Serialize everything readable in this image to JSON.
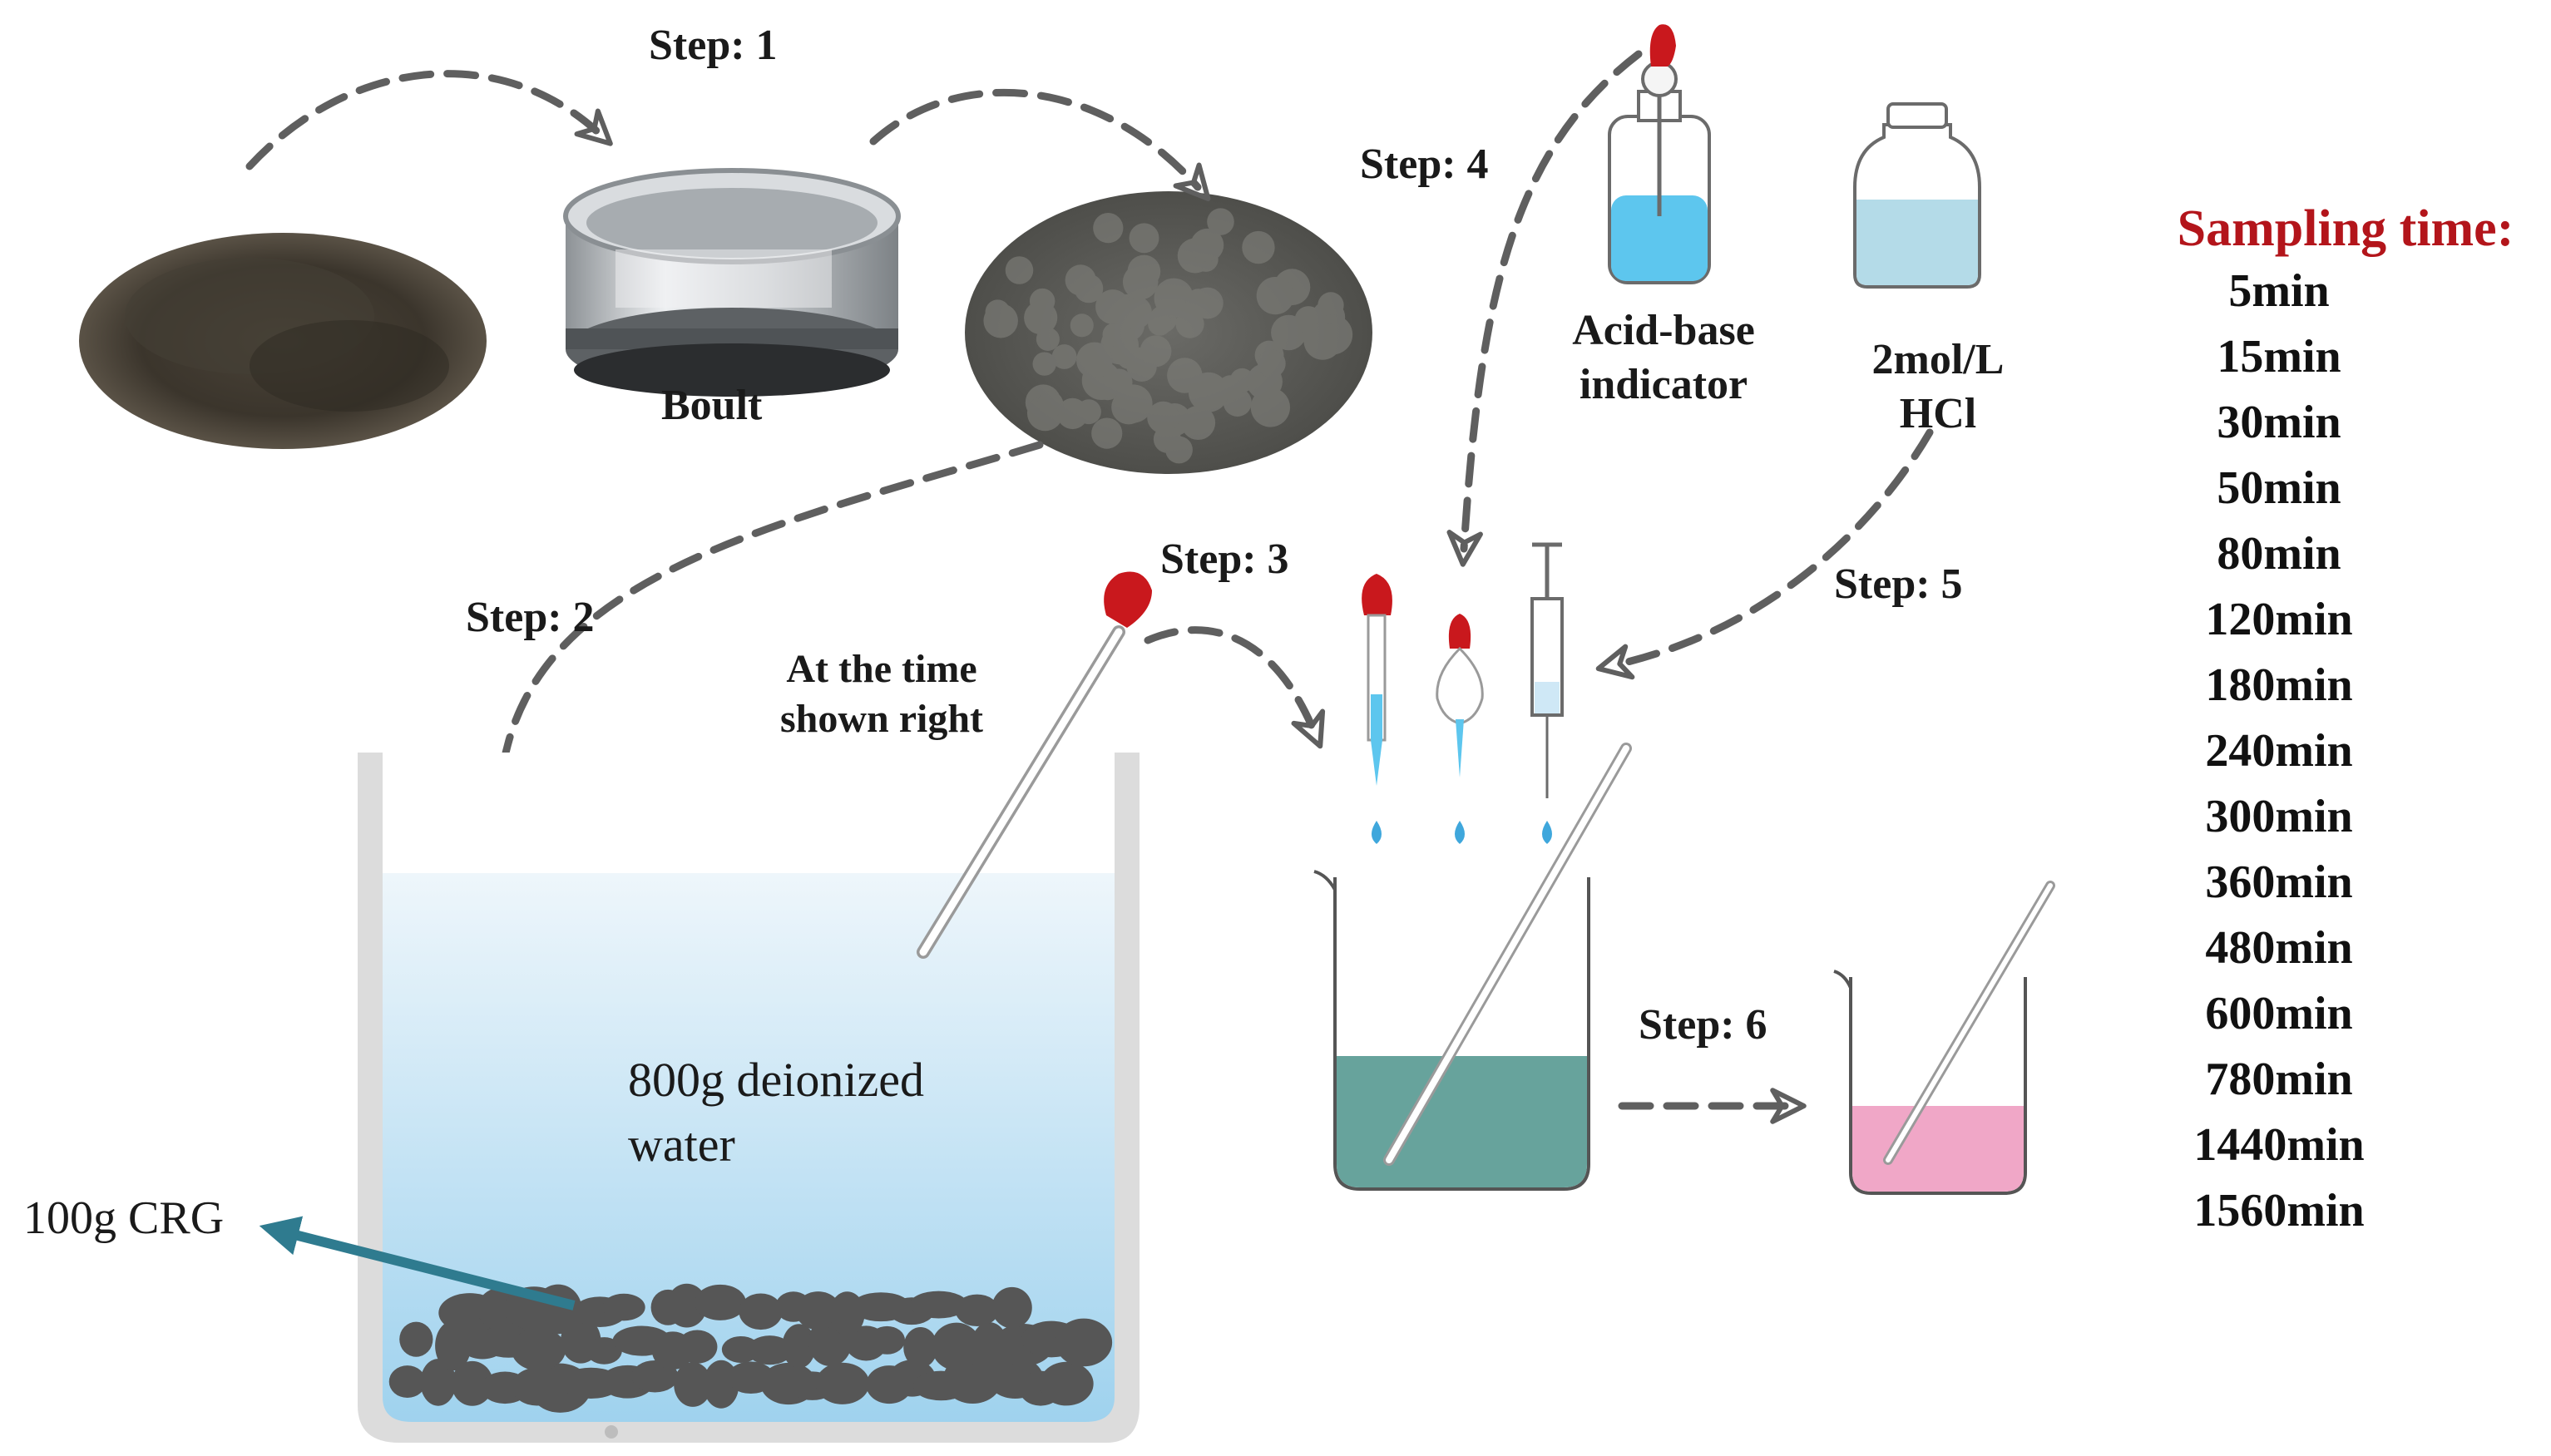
{
  "steps": {
    "step1": "Step: 1",
    "step2": "Step: 2",
    "step3": "Step: 3",
    "step4": "Step: 4",
    "step5": "Step: 5",
    "step6": "Step: 6"
  },
  "labels": {
    "boult": "Boult",
    "acid_base_line1": "Acid-base",
    "acid_base_line2": "indicator",
    "hcl_line1": "2mol/L",
    "hcl_line2": "HCl",
    "time_note_line1": "At the time",
    "time_note_line2": "shown right",
    "water_line1": "800g deionized",
    "water_line2": "water",
    "crg": "100g CRG"
  },
  "sampling": {
    "title": "Sampling time:",
    "times": [
      "5min",
      "15min",
      "30min",
      "50min",
      "80min",
      "120min",
      "180min",
      "240min",
      "300min",
      "360min",
      "480min",
      "600min",
      "780min",
      "1440min",
      "1560min"
    ]
  },
  "colors": {
    "arrow": "#5f5f5f",
    "water_top": "#e8f3fa",
    "water_bottom": "#9fd2ee",
    "gravel": "#565656",
    "indicator_liquid": "#5dc6ee",
    "hcl_liquid": "#b4dbe8",
    "teal_solution": "#67a39c",
    "pink_solution": "#f0a7c7",
    "dropper_bulb": "#c9181d",
    "crg_arrow": "#2f7b8f",
    "sampling_title": "#b3151b"
  }
}
